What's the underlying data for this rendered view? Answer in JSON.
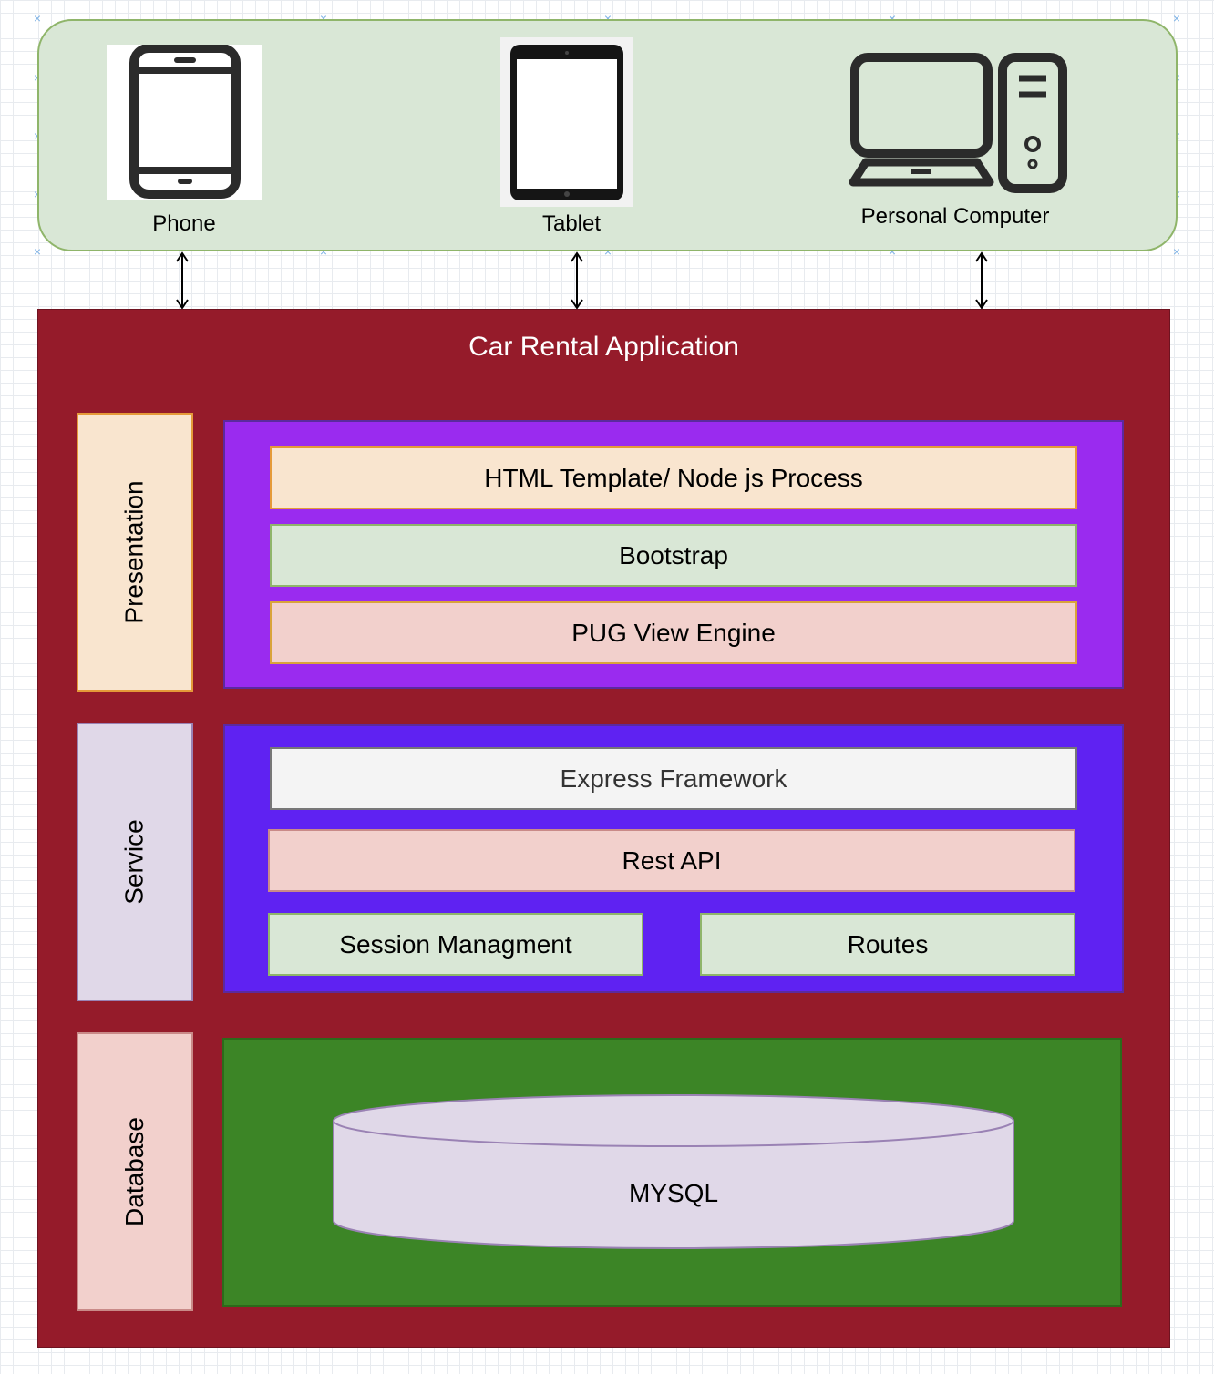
{
  "devices": [
    {
      "label": "Phone",
      "icon": "phone-icon"
    },
    {
      "label": "Tablet",
      "icon": "tablet-icon"
    },
    {
      "label": "Personal Computer",
      "icon": "desktop-computer-icon"
    }
  ],
  "app": {
    "title": "Car Rental Application",
    "layers": {
      "presentation": {
        "label": "Presentation",
        "items": [
          "HTML Template/ Node js Process",
          "Bootstrap",
          "PUG View Engine"
        ]
      },
      "service": {
        "label": "Service",
        "items": [
          "Express Framework",
          "Rest API",
          "Session Managment",
          "Routes"
        ]
      },
      "database": {
        "label": "Database",
        "items": [
          "MYSQL"
        ]
      }
    }
  },
  "colors": {
    "app_background": "#951b2a",
    "devices_panel": "#d9e7d6",
    "presentation_box": "#9a2bef",
    "service_box": "#5f22f2",
    "database_box": "#3c8526"
  }
}
